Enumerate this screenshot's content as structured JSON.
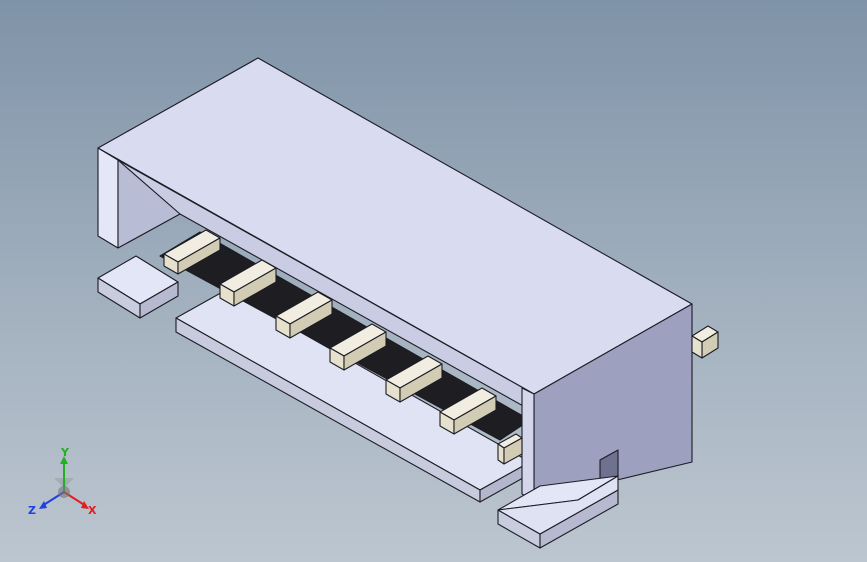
{
  "viewport": {
    "background_top": "#7f93a8",
    "background_bottom": "#bcc6d0"
  },
  "model": {
    "part": "connector",
    "pin_count": 7,
    "housing_color": "#d9dcf1",
    "housing_shade_color": "#9da1bf",
    "pin_color": "#e6e1cd"
  },
  "triad": {
    "x_label": "X",
    "y_label": "Y",
    "z_label": "Z",
    "x_color": "#e02020",
    "y_color": "#20b020",
    "z_color": "#2040e0"
  }
}
